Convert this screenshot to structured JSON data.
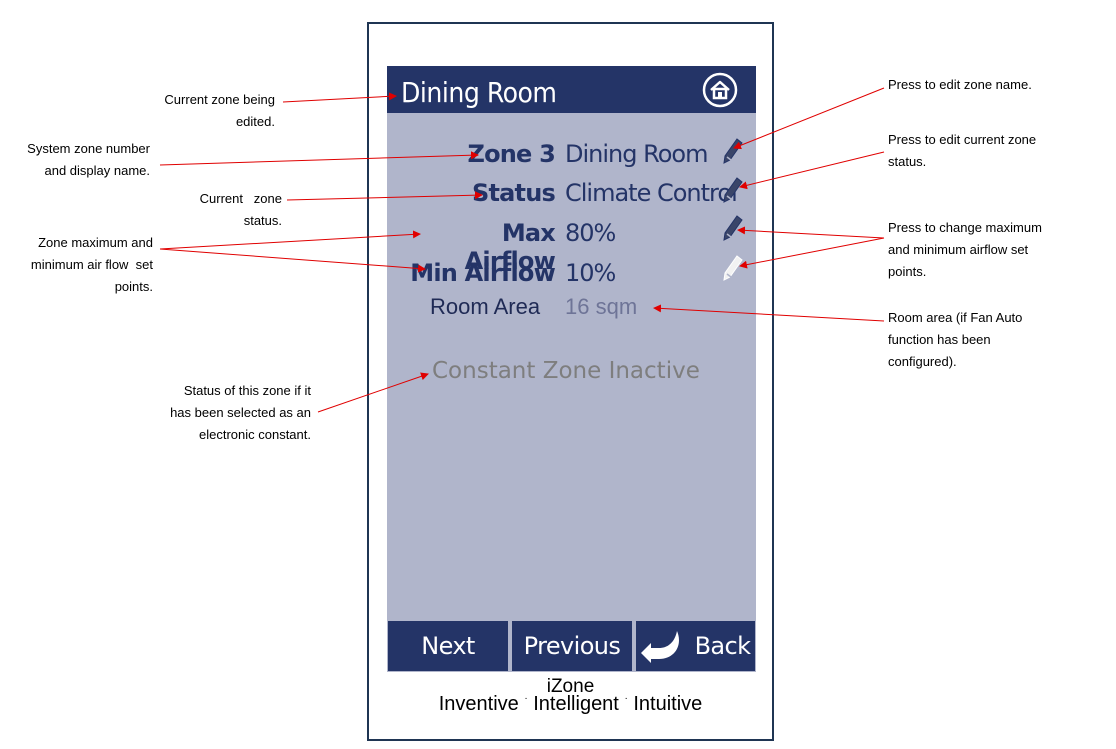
{
  "screen": {
    "title": "Dining Room",
    "rows": [
      {
        "label": "Zone 3",
        "value": "Dining Room"
      },
      {
        "label": "Status",
        "value": "Climate Control"
      },
      {
        "label": "Max Airflow",
        "value": "80%"
      },
      {
        "label": "Min Airflow",
        "value": "10%"
      }
    ],
    "room_area_label": "Room Area",
    "room_area_value": "16 sqm",
    "constant_status": "Constant Zone Inactive",
    "footer": {
      "next": "Next",
      "previous": "Previous",
      "back": "Back"
    }
  },
  "brand": {
    "name": "iZone",
    "tagline_1": "Inventive",
    "tagline_2": "Intelligent",
    "tagline_3": "Intuitive"
  },
  "annotations": {
    "current_zone": [
      "Current zone being",
      "edited."
    ],
    "system_zone": [
      "System zone number",
      "and display name."
    ],
    "current_status": [
      "Current   zone",
      "status."
    ],
    "airflow_points": [
      "Zone maximum and",
      "minimum air flow  set",
      "points."
    ],
    "constant_status": [
      "Status of this zone if it",
      "has been selected as an",
      "electronic constant."
    ],
    "edit_name": [
      "Press to edit zone name."
    ],
    "edit_status": [
      "Press to edit current zone",
      "status."
    ],
    "change_airflow": [
      "Press to change maximum",
      "and minimum airflow set",
      "points."
    ],
    "room_area": [
      "Room area (if Fan Auto",
      "function has been",
      "configured)."
    ]
  },
  "colors": {
    "header": "#243467",
    "screen_bg": "#b0b5cb",
    "text_dark": "#243467",
    "annotation_line": "#e00000"
  },
  "icons": {
    "home": "home-icon",
    "pencil": "pencil-icon",
    "back_arrow": "back-arrow-icon"
  }
}
